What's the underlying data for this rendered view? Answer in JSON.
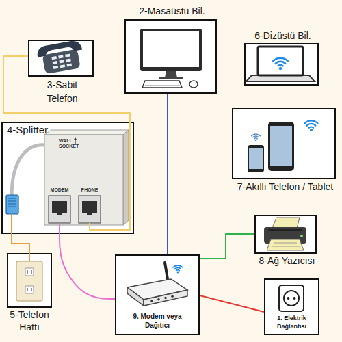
{
  "diagram": {
    "nodes": [
      {
        "text": [
          "2-Masaüstü Bil."
        ]
      },
      {
        "text": [
          "6-Dizüstü Bil."
        ]
      },
      {
        "text": [
          "3-Sabit Telefon"
        ]
      },
      {
        "text": [
          "7-Akıllı Telefon / Tablet"
        ]
      },
      {
        "text": [
          "4-Splitter"
        ]
      },
      {
        "text": [
          "8-Ağ Yazıcısı"
        ]
      },
      {
        "text": [
          "5-Telefon Hattı"
        ]
      },
      {
        "text": [
          "9. Modem veya Dağıtıcı"
        ]
      },
      {
        "text": [
          "1. Elektrik Bağlantısı"
        ]
      }
    ],
    "edges": [
      {
        "from": 2,
        "to": 4,
        "arrow": "none"
      },
      {
        "from": 4,
        "to": 6,
        "arrow": "none"
      },
      {
        "from": 4,
        "to": 7,
        "arrow": "none"
      },
      {
        "from": 0,
        "to": 7,
        "arrow": "none"
      },
      {
        "from": 7,
        "to": 5,
        "arrow": "none"
      },
      {
        "from": 7,
        "to": 8,
        "arrow": "none"
      }
    ],
    "labels": [
      "WALL SOCKET",
      "MODEM",
      "PHONE"
    ]
  }
}
